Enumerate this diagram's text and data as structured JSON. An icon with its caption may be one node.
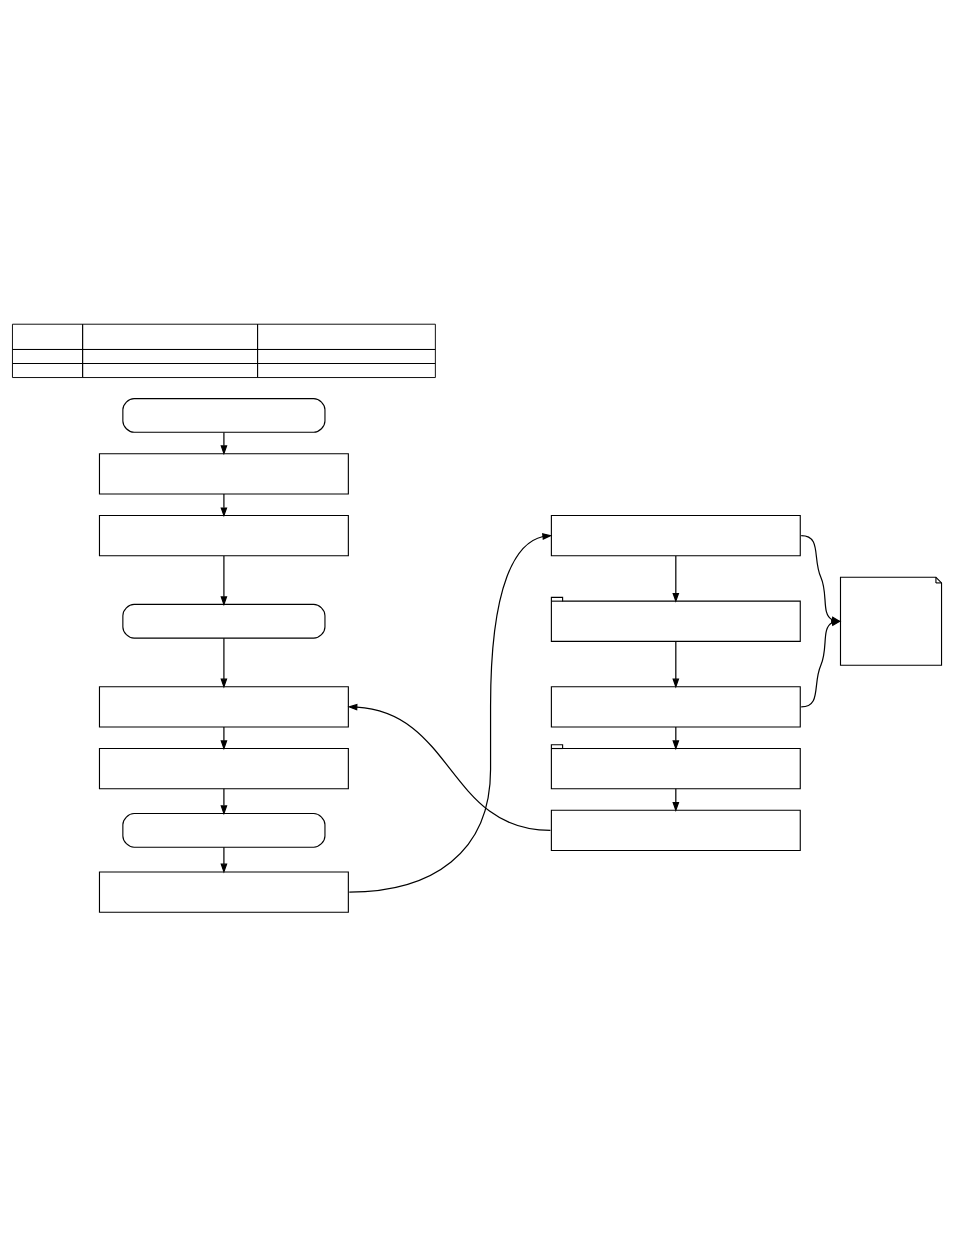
{
  "diagram": {
    "nodes": [
      {
        "text": [],
        "shape": "table"
      },
      {
        "text": [],
        "shape": "terminator"
      },
      {
        "text": [],
        "shape": "box"
      },
      {
        "text": [],
        "shape": "box"
      },
      {
        "text": [],
        "shape": "terminator"
      },
      {
        "text": [],
        "shape": "box"
      },
      {
        "text": [],
        "shape": "box"
      },
      {
        "text": [],
        "shape": "terminator"
      },
      {
        "text": [],
        "shape": "box"
      },
      {
        "text": [],
        "shape": "box"
      },
      {
        "text": [],
        "shape": "tab"
      },
      {
        "text": [],
        "shape": "box"
      },
      {
        "text": [],
        "shape": "tab"
      },
      {
        "text": [],
        "shape": "box"
      },
      {
        "text": [],
        "shape": "document"
      }
    ],
    "edges": [
      {
        "from": 1,
        "to": 2,
        "arrow": "to"
      },
      {
        "from": 2,
        "to": 3,
        "arrow": "to"
      },
      {
        "from": 3,
        "to": 4,
        "arrow": "to"
      },
      {
        "from": 4,
        "to": 5,
        "arrow": "to"
      },
      {
        "from": 5,
        "to": 6,
        "arrow": "to"
      },
      {
        "from": 6,
        "to": 7,
        "arrow": "to"
      },
      {
        "from": 7,
        "to": 8,
        "arrow": "to"
      },
      {
        "from": 8,
        "to": 9,
        "arrow": "to"
      },
      {
        "from": 9,
        "to": 10,
        "arrow": "to"
      },
      {
        "from": 10,
        "to": 11,
        "arrow": "to"
      },
      {
        "from": 11,
        "to": 12,
        "arrow": "to"
      },
      {
        "from": 12,
        "to": 13,
        "arrow": "to"
      },
      {
        "from": 13,
        "to": 5,
        "arrow": "to"
      },
      {
        "from": 9,
        "to": 14,
        "arrow": "to"
      },
      {
        "from": 11,
        "to": 14,
        "arrow": "to"
      }
    ]
  }
}
